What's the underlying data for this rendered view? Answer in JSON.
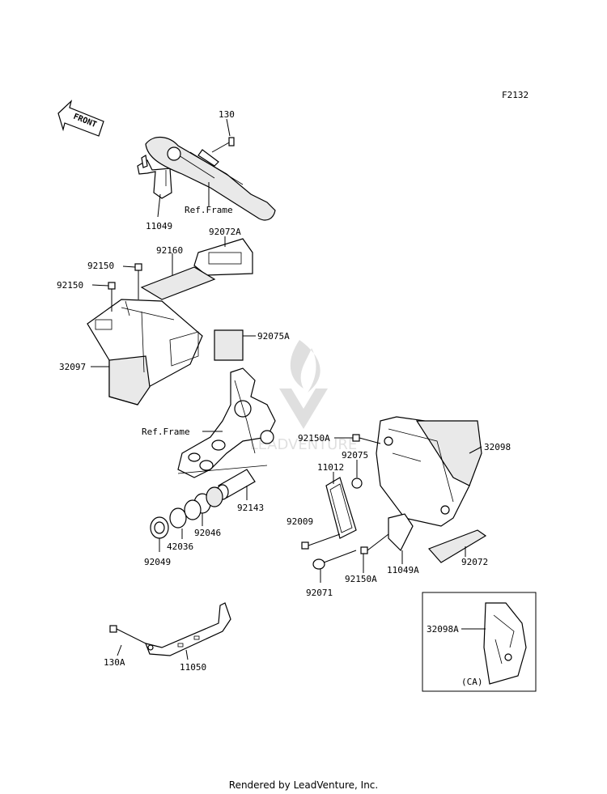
{
  "diagram_code": "F2132",
  "front_label": "FRONT",
  "footer": "Rendered by LeadVenture, Inc.",
  "watermark": "LEADVENTURE",
  "inset_label": "(CA)",
  "parts": {
    "p130": "130",
    "p11049": "11049",
    "ref_frame_top": "Ref.Frame",
    "p92072A": "92072A",
    "p92160": "92160",
    "p92150_a": "92150",
    "p92150_b": "92150",
    "p92075A": "92075A",
    "p32097": "32097",
    "ref_frame_mid": "Ref.Frame",
    "p92150A_a": "92150A",
    "p92075": "92075",
    "p11012": "11012",
    "p32098": "32098",
    "p92143": "92143",
    "p92046": "92046",
    "p42036": "42036",
    "p92049": "92049",
    "p92009": "92009",
    "p11049A": "11049A",
    "p92072": "92072",
    "p92150A_b": "92150A",
    "p92071": "92071",
    "p130A": "130A",
    "p11050": "11050",
    "p32098A": "32098A"
  }
}
